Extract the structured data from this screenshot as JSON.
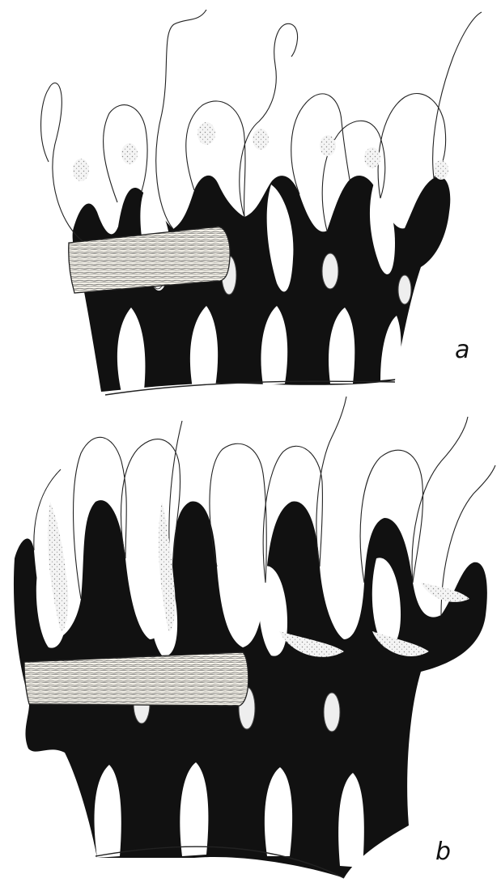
{
  "panels": [
    {
      "id": "a",
      "label": "a"
    },
    {
      "id": "b",
      "label": "b"
    }
  ],
  "colors": {
    "ink": "#111111",
    "paper": "#ffffff",
    "stipple": "#cfcfcf",
    "band": "#f2efe6"
  }
}
